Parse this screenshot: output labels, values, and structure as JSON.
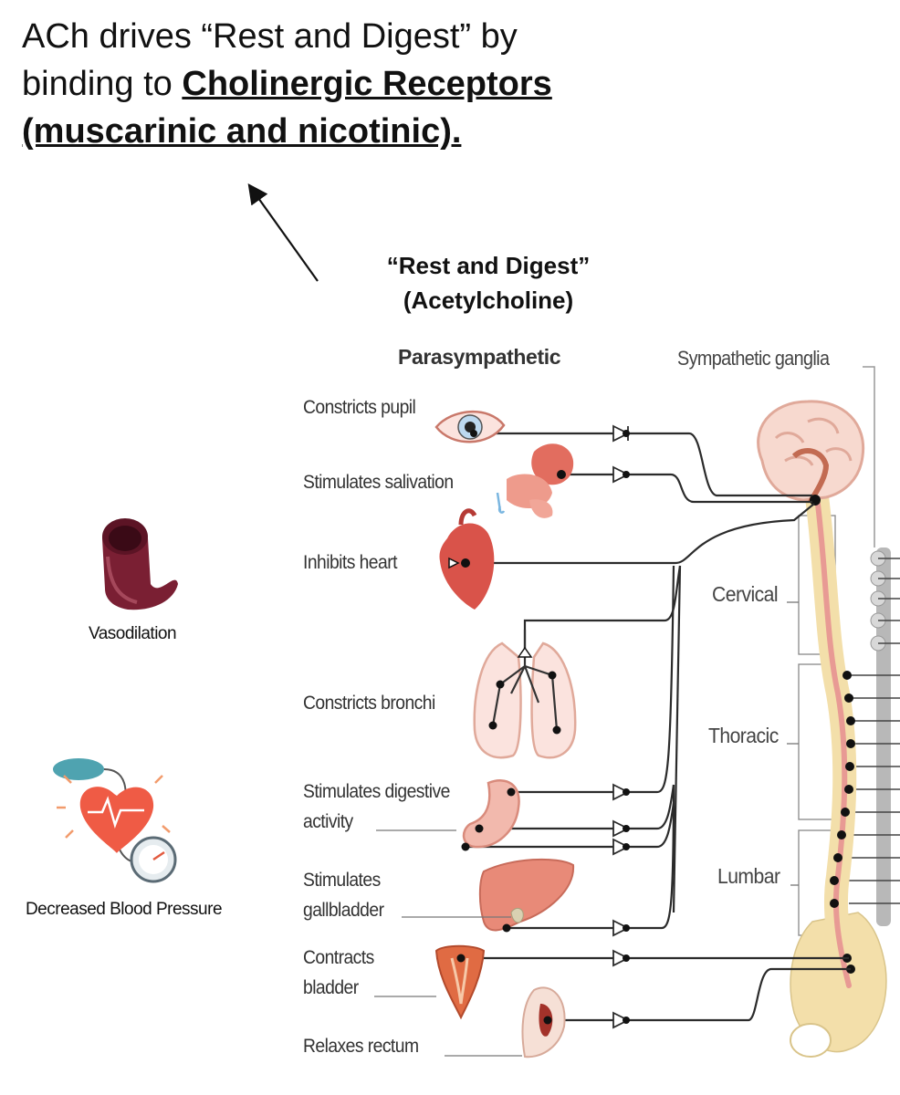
{
  "heading": {
    "part1": "ACh drives “Rest and Digest” by",
    "part2": "binding to ",
    "part3": "Cholinergic Receptors",
    "part4": "(muscarinic and nicotinic)."
  },
  "diagram": {
    "title_line1": "“Rest and Digest”",
    "title_line2": "(Acetylcholine)",
    "parasympathetic_label": "Parasympathetic",
    "sympathetic_ganglia_label": "Sympathetic ganglia",
    "effects": {
      "pupil": "Constricts pupil",
      "salivation": "Stimulates salivation",
      "heart": "Inhibits heart",
      "bronchi": "Constricts bronchi",
      "digestive_1": "Stimulates digestive",
      "digestive_2": "activity",
      "gallbladder_1": "Stimulates",
      "gallbladder_2": "gallbladder",
      "bladder_1": "Contracts",
      "bladder_2": "bladder",
      "rectum": "Relaxes rectum"
    },
    "regions": {
      "cervical": "Cervical",
      "thoracic": "Thoracic",
      "lumbar": "Lumbar"
    }
  },
  "side_icons": {
    "vasodilation": "Vasodilation",
    "blood_pressure": "Decreased Blood Pressure"
  },
  "colors": {
    "nerve_line": "#2b2b2b",
    "organ_red": "#d9534a",
    "organ_pink": "#f2b9ad",
    "spine_bone": "#f3dfaa",
    "spinal_cord": "#e89a94",
    "vessel": "#7a1f33",
    "cuff_teal": "#4fa3b0"
  }
}
